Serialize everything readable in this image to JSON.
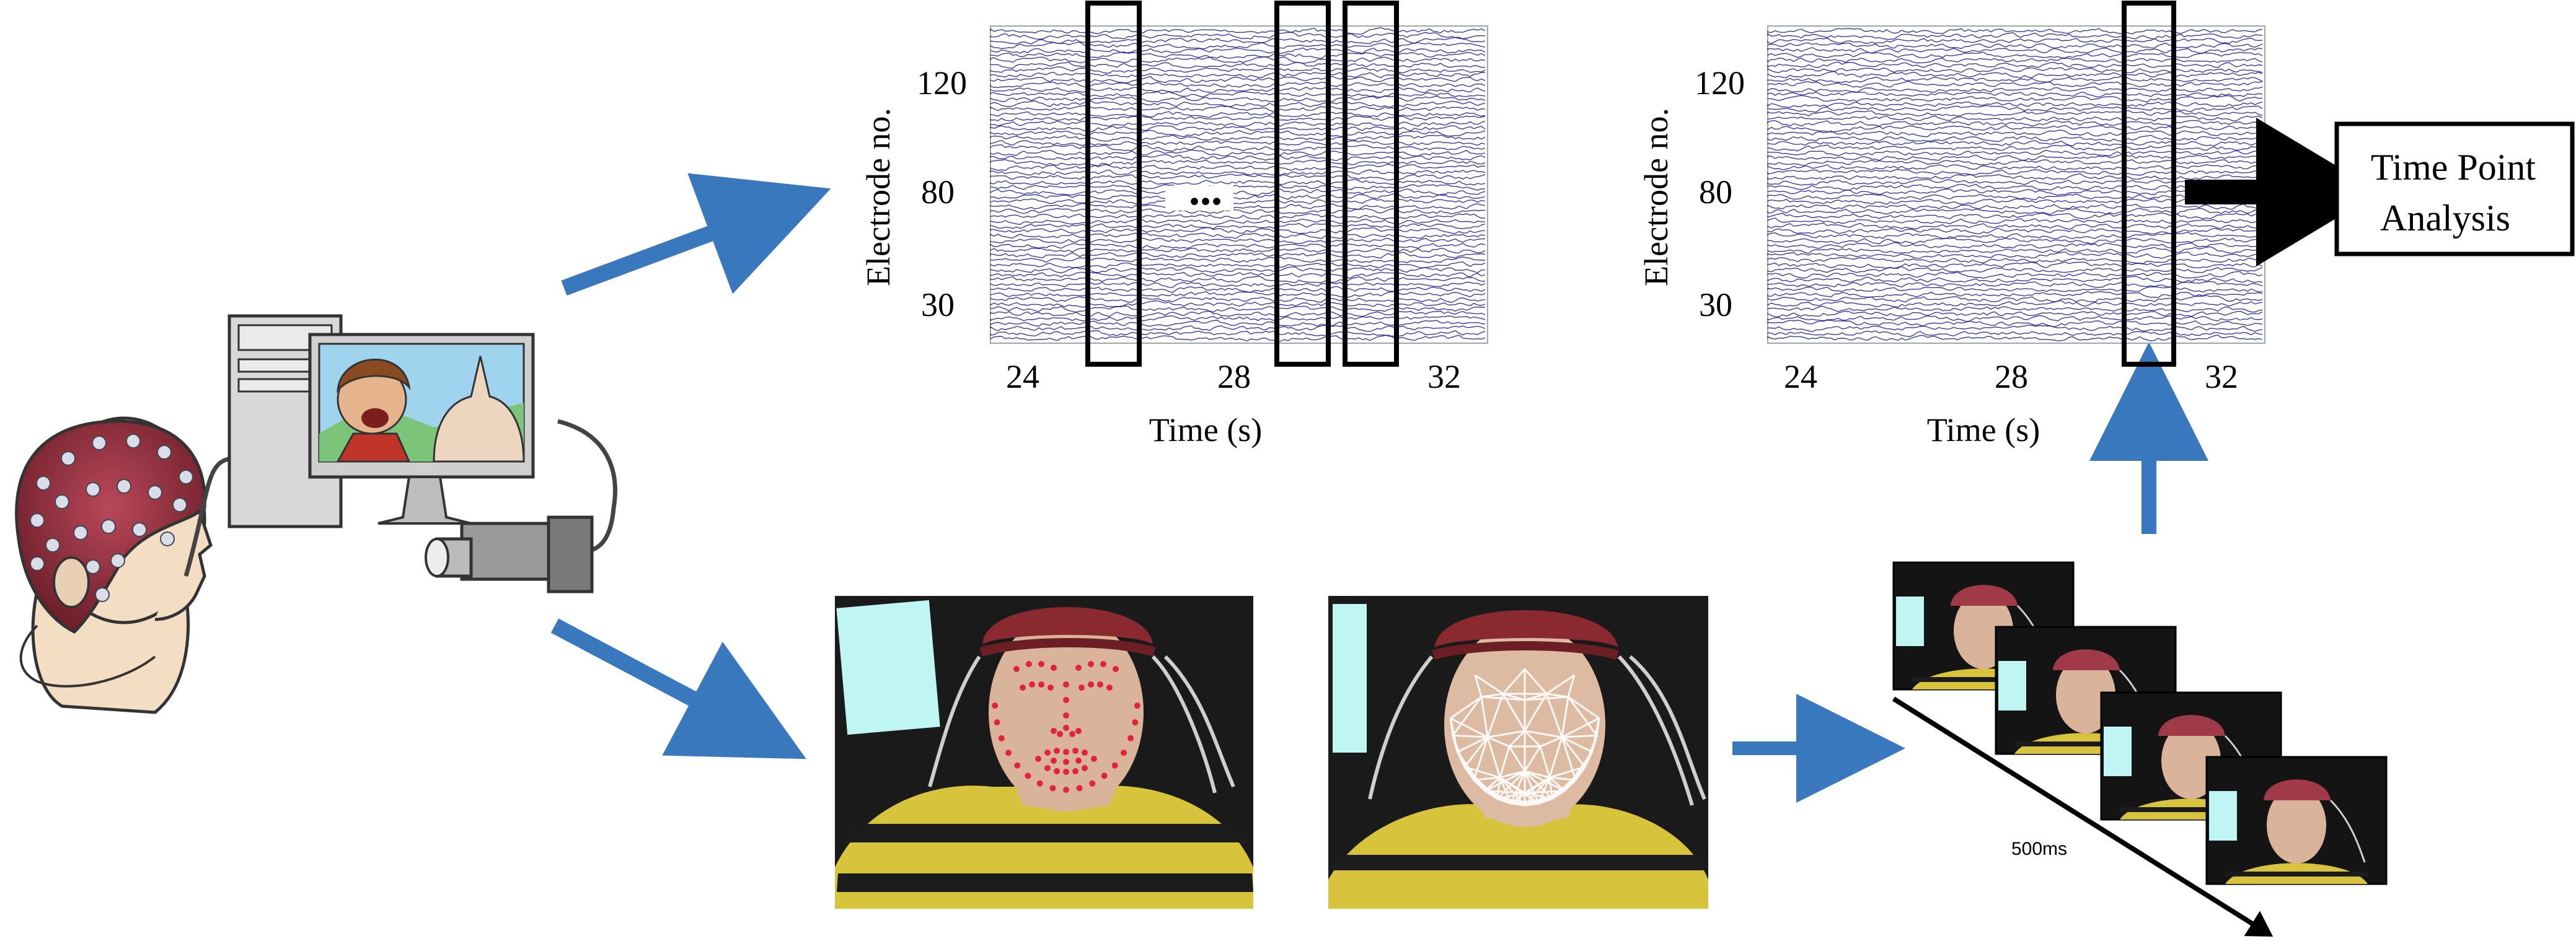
{
  "eeg_panels": [
    {
      "ylabel": "Electrode no.",
      "xlabel": "Time (s)",
      "y_ticks": [
        "120",
        "80",
        "30"
      ],
      "x_ticks": [
        "24",
        "28",
        "32"
      ],
      "ellipsis": "..."
    },
    {
      "ylabel": "Electrode no.",
      "xlabel": "Time (s)",
      "y_ticks": [
        "120",
        "80",
        "30"
      ],
      "x_ticks": [
        "24",
        "28",
        "32"
      ]
    }
  ],
  "analysis_box": {
    "line1": "Time Point",
    "line2": "Analysis"
  },
  "sequence_label": "500ms",
  "colors": {
    "eeg_trace": "#1a1a8c",
    "arrow_blue": "#3a78bd",
    "eeg_cap": "#a13a48",
    "frame_bg": "#141414"
  }
}
